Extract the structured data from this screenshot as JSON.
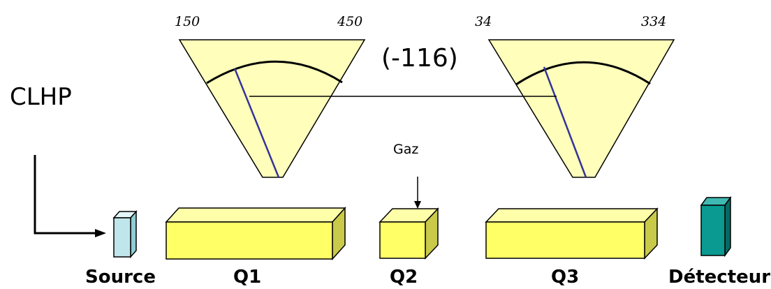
{
  "scan1": {
    "start": "150",
    "end": "450"
  },
  "scan2": {
    "start": "34",
    "end": "334"
  },
  "neutral_loss": "(-116)",
  "inlet": "CLHP",
  "gas": "Gaz",
  "components": {
    "source": "Source",
    "q1": "Q1",
    "q2": "Q2",
    "q3": "Q3",
    "detector": "Détecteur"
  },
  "colors": {
    "quadrupole": "#ffff66",
    "fan": "#ffffbb",
    "source": "#bfe6ea",
    "detector": "#0a9a92",
    "scan_line": "#333399"
  }
}
